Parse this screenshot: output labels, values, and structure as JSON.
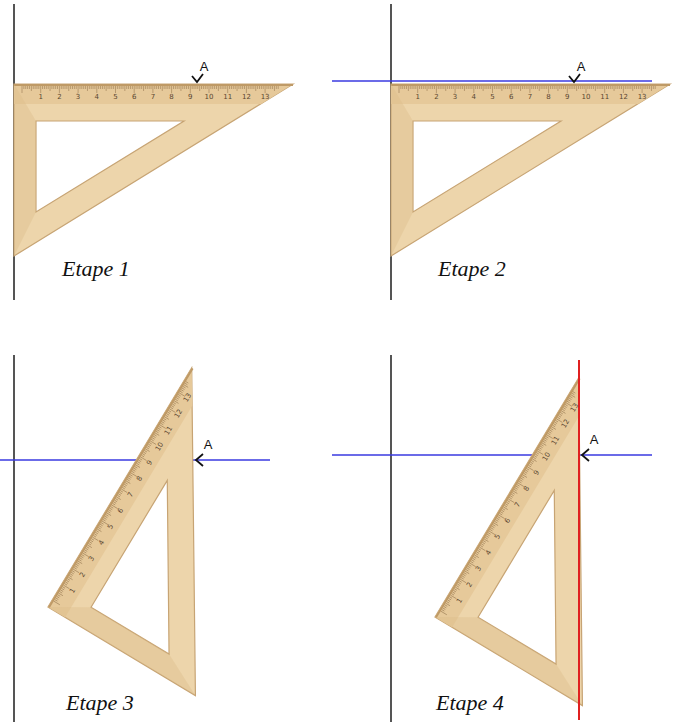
{
  "diagram": {
    "labels": [
      "A",
      "1",
      "2",
      "3",
      "4",
      "5",
      "6",
      "7",
      "8",
      "9",
      "10",
      "11",
      "12",
      "13",
      "Etape 1",
      "A",
      "1",
      "2",
      "3",
      "4",
      "5",
      "6",
      "7",
      "8",
      "9",
      "10",
      "11",
      "12",
      "13",
      "Etape 2",
      "A",
      "1",
      "2",
      "3",
      "4",
      "5",
      "6",
      "7",
      "8",
      "9",
      "10",
      "11",
      "12",
      "13",
      "Etape 3",
      "A",
      "1",
      "2",
      "3",
      "4",
      "5",
      "6",
      "7",
      "8",
      "9",
      "10",
      "11",
      "12",
      "13",
      "Etape 4"
    ]
  }
}
